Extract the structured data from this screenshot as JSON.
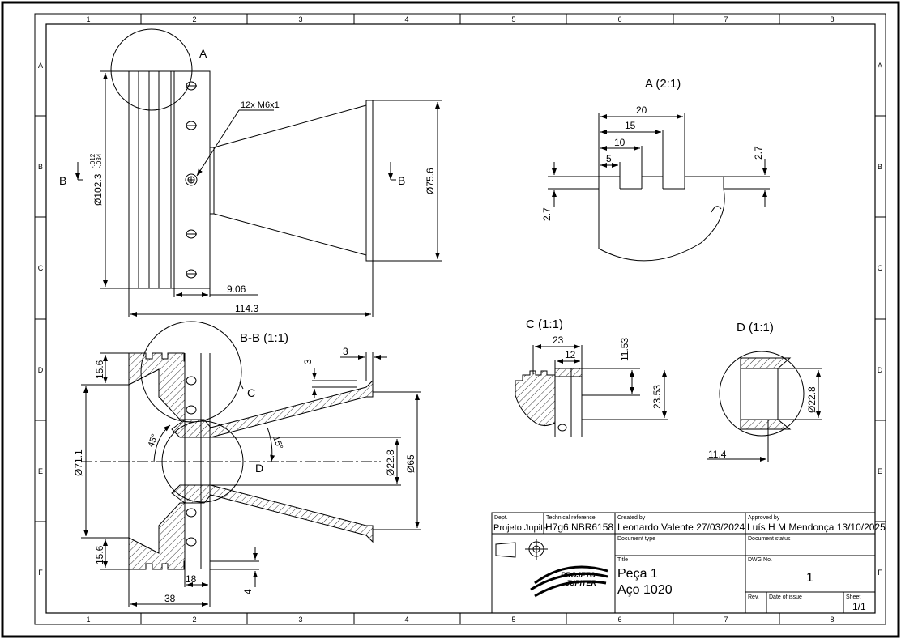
{
  "zones": {
    "columns": [
      "1",
      "2",
      "3",
      "4",
      "5",
      "6",
      "7",
      "8"
    ],
    "rows": [
      "A",
      "B",
      "C",
      "D",
      "E",
      "F"
    ]
  },
  "front_view": {
    "detail_a_label": "A",
    "section_left": "B",
    "section_right": "B",
    "thread_callout": "12x M6x1",
    "dia_outer": "Ø102.3",
    "tol_upper": "-.012",
    "tol_lower": "-.034",
    "dia_cone": "Ø75.6",
    "dim_9_06": "9.06",
    "dim_114_3": "114.3"
  },
  "detail_a": {
    "title": "A (2:1)",
    "dim_20": "20",
    "dim_15": "15",
    "dim_10": "10",
    "dim_5": "5",
    "dim_2_7_right": "2.7",
    "dim_2_7_left": "2.7"
  },
  "section_bb": {
    "title": "B-B (1:1)",
    "dim_15_6_top": "15.6",
    "dim_15_6_bottom": "15.6",
    "dim_3_vert": "3",
    "dim_3_horiz": "3",
    "detail_c_label": "C",
    "detail_d_label": "D",
    "angle_45": "45°",
    "angle_15": "15°",
    "dia_71_1": "Ø71.1",
    "dia_22_8": "Ø22.8",
    "dia_65": "Ø65",
    "dim_18": "18",
    "dim_38": "38",
    "dim_4": "4"
  },
  "detail_c": {
    "title": "C (1:1)",
    "dim_23": "23",
    "dim_12": "12",
    "dim_11_53": "11.53",
    "dim_23_53": "23.53"
  },
  "detail_d": {
    "title": "D (1:1)",
    "dia_22_8": "Ø22.8",
    "dim_11_4": "11.4"
  },
  "title_block": {
    "dept_label": "Dept.",
    "dept_value": "Projeto Jupiter",
    "techref_label": "Technical reference",
    "techref_value": "H7g6 NBR6158",
    "created_label": "Created by",
    "created_value": "Leonardo Valente  27/03/2024",
    "approved_label": "Approved by",
    "approved_value": "Luís H M Mendonça  13/10/2025",
    "doctype_label": "Document type",
    "docstatus_label": "Document status",
    "title_label": "Title",
    "title_line1": "Peça 1",
    "title_line2": "Aço 1020",
    "dwg_label": "DWG No.",
    "dwg_value": "1",
    "rev_label": "Rev.",
    "date_issue_label": "Date of issue",
    "sheet_label": "Sheet",
    "sheet_value": "1/1",
    "logo_line1": "PROJETO",
    "logo_line2": "JUPITER"
  }
}
